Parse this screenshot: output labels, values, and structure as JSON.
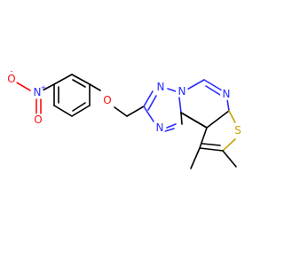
{
  "molecule": {
    "atoms": {
      "nitro_n": {
        "symbol": "N",
        "charge": "+",
        "color": "#2a2aff"
      },
      "nitro_o_minus": {
        "symbol": "O",
        "charge": "-",
        "color": "#ff0d0d"
      },
      "nitro_o_double": {
        "symbol": "O",
        "color": "#ff0d0d"
      },
      "ether_o": {
        "symbol": "O",
        "color": "#ff0d0d"
      },
      "triazole_n1": {
        "symbol": "N",
        "color": "#2a2aff"
      },
      "triazole_n2": {
        "symbol": "N",
        "color": "#2a2aff"
      },
      "bridge_n": {
        "symbol": "N",
        "color": "#2a2aff"
      },
      "pyrimidine_n": {
        "symbol": "N",
        "color": "#2a2aff"
      },
      "thiophene_s": {
        "symbol": "S",
        "color": "#c8a000"
      }
    }
  }
}
